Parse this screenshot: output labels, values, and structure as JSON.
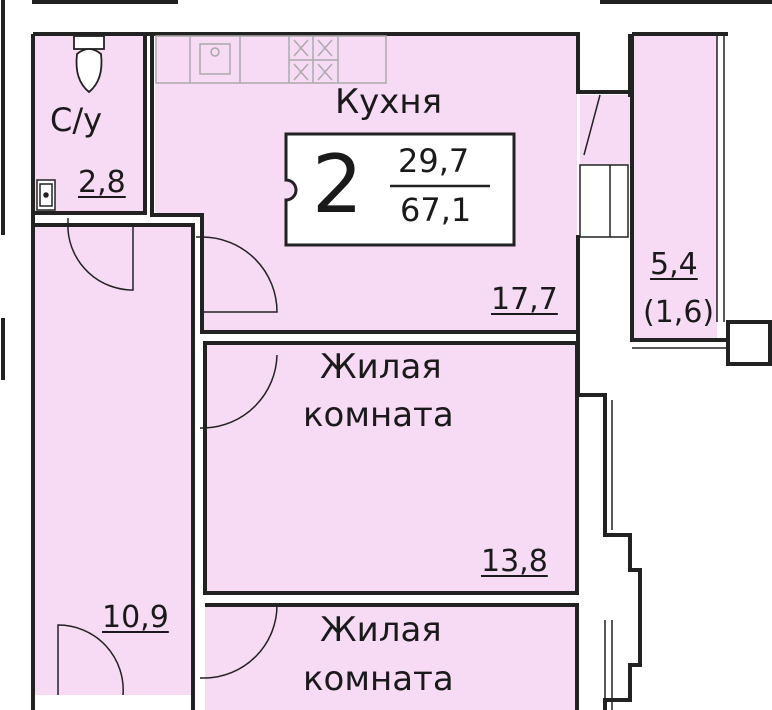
{
  "rooms": {
    "bathroom": {
      "label": "С/у",
      "area": "2,8"
    },
    "kitchen": {
      "label": "Кухня",
      "area": "17,7"
    },
    "living1": {
      "label_line1": "Жилая",
      "label_line2": "комната",
      "area": "13,8"
    },
    "living2": {
      "label_line1": "Жилая",
      "label_line2": "комната"
    },
    "hallway": {
      "area": "10,9"
    },
    "balcony": {
      "area": "5,4",
      "area_reduced": "(1,6)"
    }
  },
  "badge": {
    "rooms_count": "2",
    "living_area": "29,7",
    "total_area": "67,1"
  },
  "colors": {
    "room_fill": "#f7daf3",
    "wall": "#222222",
    "furniture": "#aaaaaa"
  }
}
